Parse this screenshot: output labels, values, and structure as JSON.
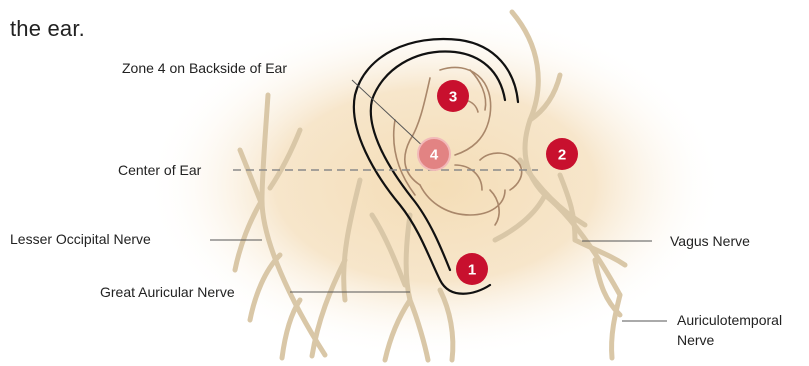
{
  "intro_text": "the ear.",
  "labels": {
    "zone4": "Zone 4 on Backside of Ear",
    "center": "Center of Ear",
    "lesser_occipital": "Lesser Occipital Nerve",
    "great_auricular": "Great Auricular Nerve",
    "vagus": "Vagus Nerve",
    "auriculotemporal_line1": "Auriculotemporal",
    "auriculotemporal_line2": "Nerve"
  },
  "zones": [
    "1",
    "2",
    "3",
    "4"
  ],
  "colors": {
    "glow": "#f4ddb6",
    "nerve": "#d9c7a7",
    "ear_outline": "#111111",
    "ear_inner": "#a9876a",
    "zone_marker": "#c8102e",
    "zone4_marker": "#e28383",
    "text": "#222222",
    "leader_line": "#555555"
  }
}
